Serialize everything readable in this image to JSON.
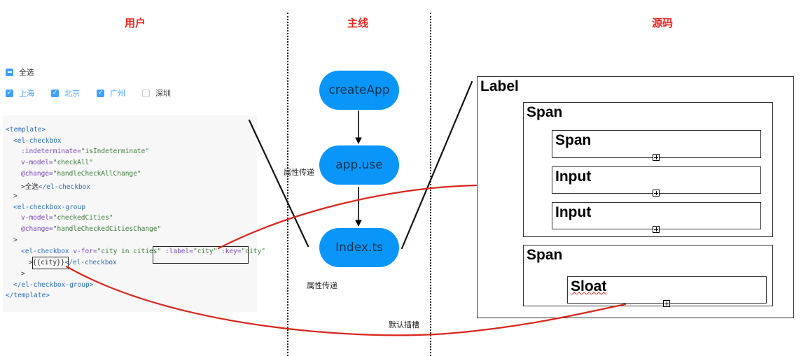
{
  "headings": {
    "user": "用户",
    "mainline": "主线",
    "source": "源码"
  },
  "checkboxes": {
    "select_all": {
      "label": "全选",
      "state": "indeterminate"
    },
    "cities": [
      {
        "label": "上海",
        "checked": true
      },
      {
        "label": "北京",
        "checked": true
      },
      {
        "label": "广州",
        "checked": true
      },
      {
        "label": "深圳",
        "checked": false
      }
    ]
  },
  "code": {
    "l1": "<template>",
    "l2_tag": "<el-checkbox",
    "l3_attr": ":indeterminate=",
    "l3_val": "\"isIndeterminate\"",
    "l4_attr": "v-model=",
    "l4_val": "\"checkAll\"",
    "l5_attr": "@change=",
    "l5_val": "\"handleCheckAllChange\"",
    "l6_a": ">全选",
    "l6_b": "</el-checkbox",
    "l7": ">",
    "l8": "<el-checkbox-group",
    "l9_attr": "v-model=",
    "l9_val": "\"checkedCities\"",
    "l10_attr": "@change=",
    "l10_val": "\"handleCheckedCitiesChange\"",
    "l11": ">",
    "l12_tag": "<el-checkbox",
    "l12_attr": " v-for=",
    "l12_val": "\"city in cities\"",
    "l12_attr2": " :label=",
    "l12_val2": "\"city\"",
    "l12_attr3": " :key=",
    "l12_val3": "\"city\"",
    "l13_a": ">",
    "l13_b": "{{city}}",
    "l13_c": "</el-checkbox",
    "l14": ">",
    "l15": "</el-checkbox-group>",
    "l16": "</template>"
  },
  "flow": {
    "nodes": [
      "createApp",
      "app.use",
      "Index.ts"
    ],
    "prop_pass_1": "属性传递",
    "prop_pass_2": "属性传递",
    "default_slot": "默认插槽"
  },
  "source_tree": {
    "label": "Label",
    "span1": "Span",
    "span1_children": [
      "Span",
      "Input",
      "Input"
    ],
    "span2": "Span",
    "span2_child": "Sloat"
  },
  "colors": {
    "accent_red": "#e8261e",
    "pill_blue": "#0a96f8",
    "checkbox_blue": "#409eff"
  }
}
